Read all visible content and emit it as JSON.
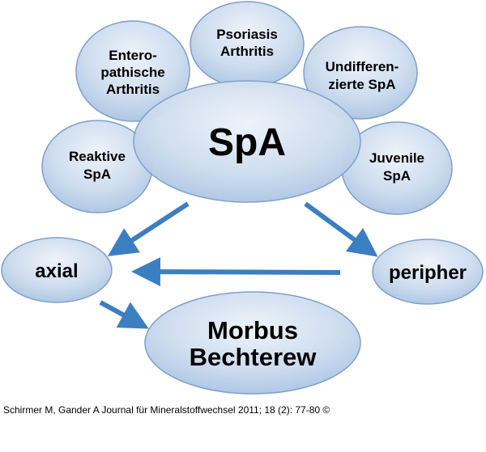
{
  "center": {
    "label": "SpA"
  },
  "satellites": {
    "enteropathic": {
      "line1": "Entero-",
      "line2": "pathische",
      "line3": "Arthritis"
    },
    "psoriasis": {
      "line1": "Psoriasis",
      "line2": "Arthritis"
    },
    "undifferentiated": {
      "line1": "Undifferen-",
      "line2": "zierte SpA"
    },
    "reactive": {
      "line1": "Reaktive",
      "line2": "SpA"
    },
    "juvenile": {
      "line1": "Juvenile",
      "line2": "SpA"
    }
  },
  "axial": {
    "label": "axial"
  },
  "peripheral": {
    "label": "peripher"
  },
  "morbus": {
    "line1": "Morbus",
    "line2": "Bechterew"
  },
  "caption": "Schirmer M, Gander A Journal für Mineralstoffwechsel 2011; 18 (2): 77-80 ©",
  "colors": {
    "ellipse_fill_light": "#dfe9f5",
    "ellipse_fill_dark": "#a9c3e3",
    "ellipse_stroke": "#7f9fc7",
    "arrow": "#3c7fc0",
    "text": "#000000"
  }
}
